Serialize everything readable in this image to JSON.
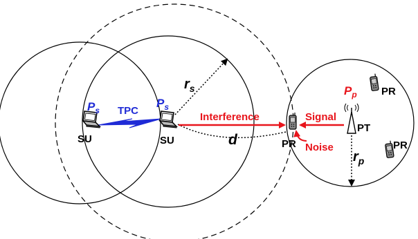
{
  "labels": {
    "su_left": "SU",
    "su_right": "SU",
    "ps_left": "P",
    "ps_left_sub": "s",
    "ps_right": "P",
    "ps_right_sub": "s",
    "tpc": "TPC",
    "rs": "r",
    "rs_sub": "s",
    "interference": "Interference",
    "d": "d",
    "signal": "Signal",
    "noise": "Noise",
    "pr_center": "PR",
    "pt": "PT",
    "pp": "P",
    "pp_sub": "p",
    "pr_top": "PR",
    "pr_bottom": "PR",
    "rp": "r",
    "rp_sub": "p"
  },
  "colors": {
    "red": "#e8141b",
    "blue": "#1f2bd6",
    "black": "#000000"
  },
  "icons": {
    "su_device": "laptop-icon",
    "pr_device": "mobile-phone-icon",
    "pt_device": "antenna-tower-icon"
  }
}
